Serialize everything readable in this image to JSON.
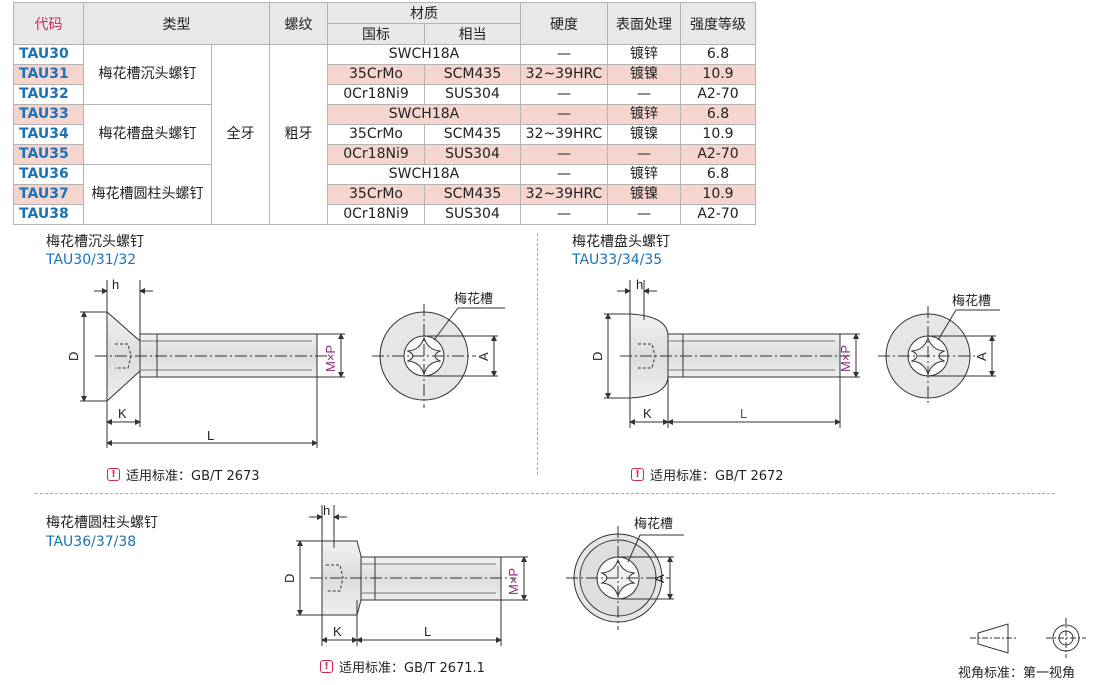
{
  "table": {
    "headers": {
      "code": "代码",
      "type": "类型",
      "thread": "螺纹",
      "material": "材质",
      "material_gb": "国标",
      "material_equiv": "相当",
      "hardness": "硬度",
      "surface": "表面处理",
      "grade": "强度等级"
    },
    "merged": {
      "type1": "梅花槽沉头螺钉",
      "type2": "梅花槽盘头螺钉",
      "type3": "梅花槽圆柱头螺钉",
      "full": "全牙",
      "coarse": "粗牙"
    },
    "rows": [
      {
        "code": "TAU30",
        "mat": "SWCH18A",
        "gb": "",
        "eq": "",
        "hard": "—",
        "surf": "镀锌",
        "grade": "6.8"
      },
      {
        "code": "TAU31",
        "mat": "",
        "gb": "35CrMo",
        "eq": "SCM435",
        "hard": "32~39HRC",
        "surf": "镀镍",
        "grade": "10.9"
      },
      {
        "code": "TAU32",
        "mat": "",
        "gb": "0Cr18Ni9",
        "eq": "SUS304",
        "hard": "—",
        "surf": "—",
        "grade": "A2-70"
      },
      {
        "code": "TAU33",
        "mat": "SWCH18A",
        "gb": "",
        "eq": "",
        "hard": "—",
        "surf": "镀锌",
        "grade": "6.8"
      },
      {
        "code": "TAU34",
        "mat": "",
        "gb": "35CrMo",
        "eq": "SCM435",
        "hard": "32~39HRC",
        "surf": "镀镍",
        "grade": "10.9"
      },
      {
        "code": "TAU35",
        "mat": "",
        "gb": "0Cr18Ni9",
        "eq": "SUS304",
        "hard": "—",
        "surf": "—",
        "grade": "A2-70"
      },
      {
        "code": "TAU36",
        "mat": "SWCH18A",
        "gb": "",
        "eq": "",
        "hard": "—",
        "surf": "镀锌",
        "grade": "6.8"
      },
      {
        "code": "TAU37",
        "mat": "",
        "gb": "35CrMo",
        "eq": "SCM435",
        "hard": "32~39HRC",
        "surf": "镀镍",
        "grade": "10.9"
      },
      {
        "code": "TAU38",
        "mat": "",
        "gb": "0Cr18Ni9",
        "eq": "SUS304",
        "hard": "—",
        "surf": "—",
        "grade": "A2-70"
      }
    ]
  },
  "sections": {
    "s1": {
      "title": "梅花槽沉头螺钉",
      "codes": "TAU30/31/32",
      "std": "适用标准：GB/T 2673"
    },
    "s2": {
      "title": "梅花槽盘头螺钉",
      "codes": "TAU33/34/35",
      "std": "适用标准：GB/T 2672"
    },
    "s3": {
      "title": "梅花槽圆柱头螺钉",
      "codes": "TAU36/37/38",
      "std": "适用标准：GB/T 2671.1"
    }
  },
  "dims": {
    "h": "h",
    "D": "D",
    "K": "K",
    "L": "L",
    "MxP": "M×P",
    "A": "A",
    "torx": "梅花槽",
    "warn": "!"
  },
  "view_projection": "视角标准：第一视角",
  "colors": {
    "code_blue": "#1a73b8",
    "header_red": "#cc2a52",
    "pink_row": "#f6d5cf",
    "dim_purple": "#8a2b7a"
  }
}
